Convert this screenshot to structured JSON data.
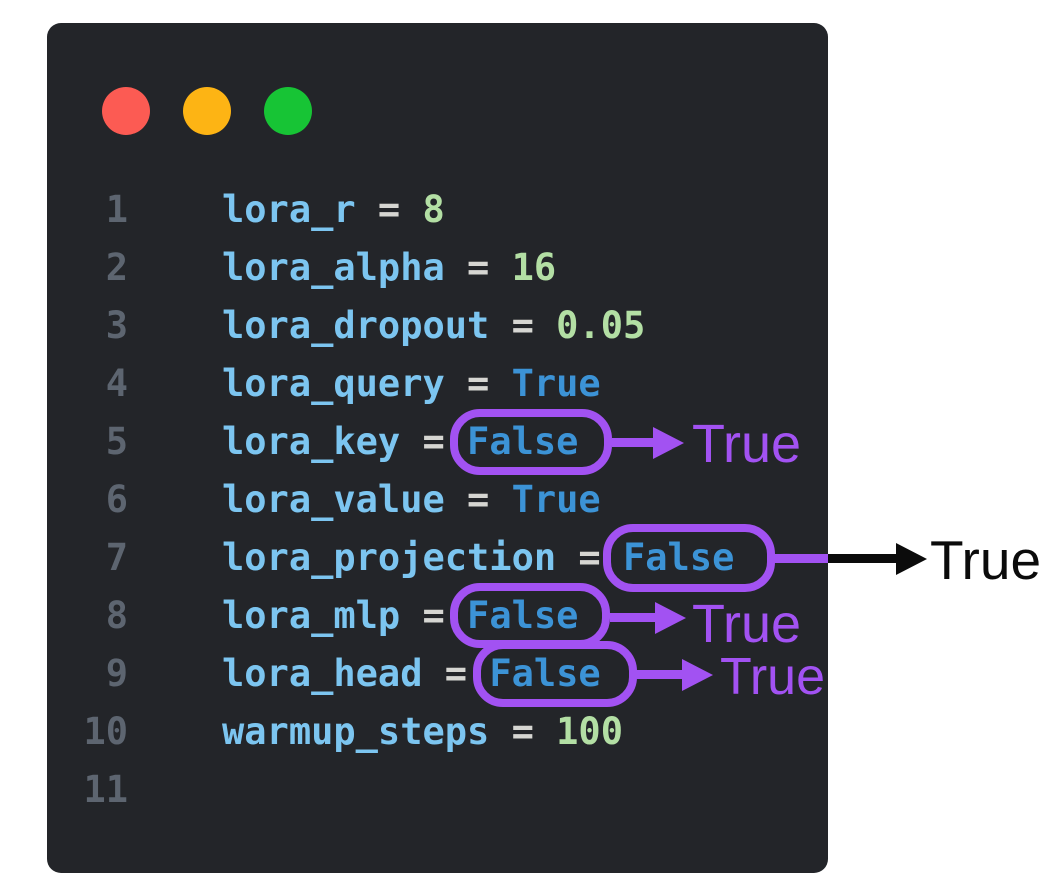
{
  "editor_window": {
    "background_color": "#232529",
    "traffic_lights": [
      {
        "name": "close",
        "color": "#FC5B53"
      },
      {
        "name": "minimize",
        "color": "#FDB414"
      },
      {
        "name": "zoom",
        "color": "#17C435"
      }
    ]
  },
  "syntax_colors": {
    "variable": "#7CC5F0",
    "operator": "#D6D6D2",
    "number": "#B3DFA4",
    "boolean": "#3C93D6",
    "line_number": "#5D6570"
  },
  "annotation_colors": {
    "highlight_purple": "#A252F2",
    "outside_black": "#0B0B0B"
  },
  "code": {
    "language": "python",
    "lines": [
      {
        "number": "1",
        "tokens": [
          [
            "lora_r",
            "variable"
          ],
          [
            " = ",
            "operator"
          ],
          [
            "8",
            "number"
          ]
        ]
      },
      {
        "number": "2",
        "tokens": [
          [
            "lora_alpha",
            "variable"
          ],
          [
            " = ",
            "operator"
          ],
          [
            "16",
            "number"
          ]
        ]
      },
      {
        "number": "3",
        "tokens": [
          [
            "lora_dropout",
            "variable"
          ],
          [
            " = ",
            "operator"
          ],
          [
            "0.05",
            "number"
          ]
        ]
      },
      {
        "number": "4",
        "tokens": [
          [
            "lora_query",
            "variable"
          ],
          [
            " = ",
            "operator"
          ],
          [
            "True",
            "boolean"
          ]
        ]
      },
      {
        "number": "5",
        "tokens": [
          [
            "lora_key",
            "variable"
          ],
          [
            " = ",
            "operator"
          ],
          [
            "False",
            "boolean"
          ]
        ]
      },
      {
        "number": "6",
        "tokens": [
          [
            "lora_value",
            "variable"
          ],
          [
            " = ",
            "operator"
          ],
          [
            "True",
            "boolean"
          ]
        ]
      },
      {
        "number": "7",
        "tokens": [
          [
            "lora_projection",
            "variable"
          ],
          [
            " = ",
            "operator"
          ],
          [
            "False",
            "boolean"
          ]
        ]
      },
      {
        "number": "8",
        "tokens": [
          [
            "lora_mlp",
            "variable"
          ],
          [
            " = ",
            "operator"
          ],
          [
            "False",
            "boolean"
          ]
        ]
      },
      {
        "number": "9",
        "tokens": [
          [
            "lora_head",
            "variable"
          ],
          [
            " = ",
            "operator"
          ],
          [
            "False",
            "boolean"
          ]
        ]
      },
      {
        "number": "10",
        "tokens": [
          [
            "warmup_steps",
            "variable"
          ],
          [
            " = ",
            "operator"
          ],
          [
            "100",
            "number"
          ]
        ]
      },
      {
        "number": "11",
        "tokens": []
      }
    ]
  },
  "annotations": [
    {
      "target": "lora_key",
      "boxed_value": "False",
      "label": "True",
      "style": "purple"
    },
    {
      "target": "lora_projection",
      "boxed_value": "False",
      "label": "True",
      "style": "black"
    },
    {
      "target": "lora_mlp",
      "boxed_value": "False",
      "label": "True",
      "style": "purple"
    },
    {
      "target": "lora_head",
      "boxed_value": "False",
      "label": "True",
      "style": "purple"
    }
  ]
}
